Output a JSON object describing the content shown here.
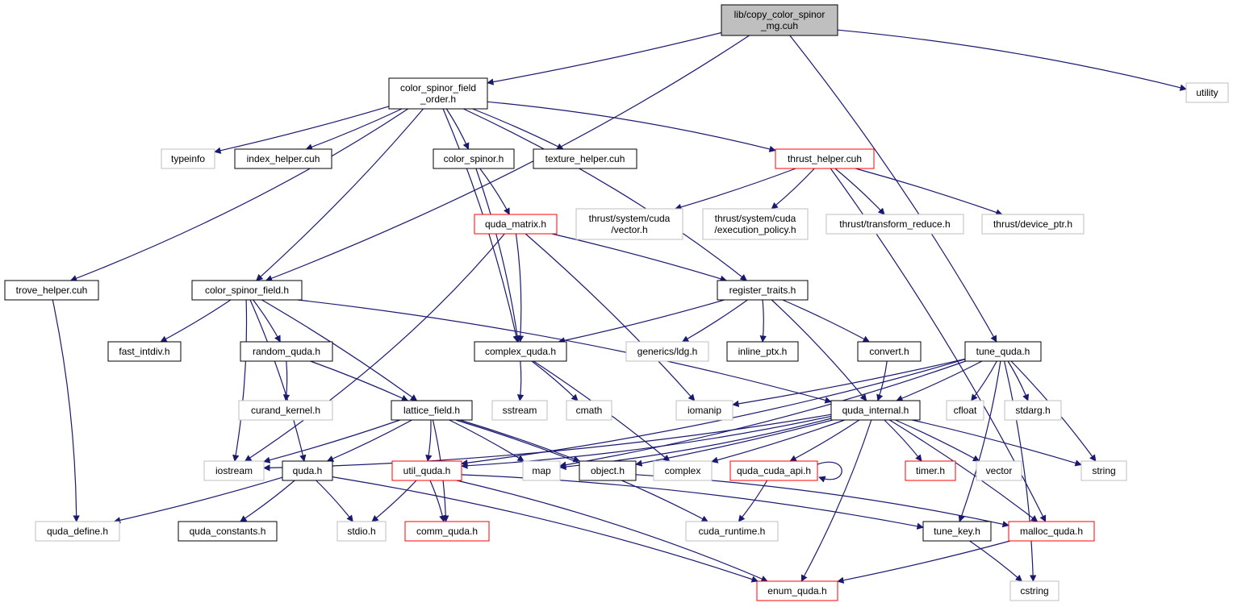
{
  "graph_title": "",
  "colors": {
    "edge": "#191970",
    "root_fill": "#bfbfbf",
    "documented_border": "#000000",
    "truncated_border": "#ff0000",
    "external_border": "#bfbfbf",
    "text": "#000000"
  },
  "nodes": [
    {
      "id": "root",
      "lines": [
        "lib/copy_color_spinor",
        "_mg.cuh"
      ],
      "kind": "root"
    },
    {
      "id": "csfo",
      "lines": [
        "color_spinor_field",
        "_order.h"
      ],
      "kind": "documented"
    },
    {
      "id": "utility",
      "lines": [
        "utility"
      ],
      "kind": "external"
    },
    {
      "id": "typeinfo",
      "lines": [
        "typeinfo"
      ],
      "kind": "external"
    },
    {
      "id": "index_helper",
      "lines": [
        "index_helper.cuh"
      ],
      "kind": "documented"
    },
    {
      "id": "color_spinor",
      "lines": [
        "color_spinor.h"
      ],
      "kind": "documented"
    },
    {
      "id": "texture_helper",
      "lines": [
        "texture_helper.cuh"
      ],
      "kind": "documented"
    },
    {
      "id": "thrust_helper",
      "lines": [
        "thrust_helper.cuh"
      ],
      "kind": "truncated"
    },
    {
      "id": "thrust_vector",
      "lines": [
        "thrust/system/cuda",
        "/vector.h"
      ],
      "kind": "external"
    },
    {
      "id": "thrust_exec",
      "lines": [
        "thrust/system/cuda",
        "/execution_policy.h"
      ],
      "kind": "external"
    },
    {
      "id": "thrust_tr",
      "lines": [
        "thrust/transform_reduce.h"
      ],
      "kind": "external"
    },
    {
      "id": "thrust_dp",
      "lines": [
        "thrust/device_ptr.h"
      ],
      "kind": "external"
    },
    {
      "id": "quda_matrix",
      "lines": [
        "quda_matrix.h"
      ],
      "kind": "truncated"
    },
    {
      "id": "trove",
      "lines": [
        "trove_helper.cuh"
      ],
      "kind": "documented"
    },
    {
      "id": "csf",
      "lines": [
        "color_spinor_field.h"
      ],
      "kind": "documented"
    },
    {
      "id": "register_traits",
      "lines": [
        "register_traits.h"
      ],
      "kind": "documented"
    },
    {
      "id": "fast_intdiv",
      "lines": [
        "fast_intdiv.h"
      ],
      "kind": "documented"
    },
    {
      "id": "random_quda",
      "lines": [
        "random_quda.h"
      ],
      "kind": "documented"
    },
    {
      "id": "complex_quda",
      "lines": [
        "complex_quda.h"
      ],
      "kind": "documented"
    },
    {
      "id": "ldg",
      "lines": [
        "generics/ldg.h"
      ],
      "kind": "external"
    },
    {
      "id": "inline_ptx",
      "lines": [
        "inline_ptx.h"
      ],
      "kind": "documented"
    },
    {
      "id": "convert",
      "lines": [
        "convert.h"
      ],
      "kind": "documented"
    },
    {
      "id": "tune_quda",
      "lines": [
        "tune_quda.h"
      ],
      "kind": "documented"
    },
    {
      "id": "curand",
      "lines": [
        "curand_kernel.h"
      ],
      "kind": "external"
    },
    {
      "id": "lattice_field",
      "lines": [
        "lattice_field.h"
      ],
      "kind": "documented"
    },
    {
      "id": "sstream",
      "lines": [
        "sstream"
      ],
      "kind": "external"
    },
    {
      "id": "cmath",
      "lines": [
        "cmath"
      ],
      "kind": "external"
    },
    {
      "id": "iomanip",
      "lines": [
        "iomanip"
      ],
      "kind": "external"
    },
    {
      "id": "quda_internal",
      "lines": [
        "quda_internal.h"
      ],
      "kind": "documented"
    },
    {
      "id": "cfloat",
      "lines": [
        "cfloat"
      ],
      "kind": "external"
    },
    {
      "id": "stdarg",
      "lines": [
        "stdarg.h"
      ],
      "kind": "external"
    },
    {
      "id": "iostream",
      "lines": [
        "iostream"
      ],
      "kind": "external"
    },
    {
      "id": "quda_h",
      "lines": [
        "quda.h"
      ],
      "kind": "documented"
    },
    {
      "id": "util_quda",
      "lines": [
        "util_quda.h"
      ],
      "kind": "truncated"
    },
    {
      "id": "map",
      "lines": [
        "map"
      ],
      "kind": "external"
    },
    {
      "id": "object",
      "lines": [
        "object.h"
      ],
      "kind": "documented"
    },
    {
      "id": "complex",
      "lines": [
        "complex"
      ],
      "kind": "external"
    },
    {
      "id": "quda_cuda_api",
      "lines": [
        "quda_cuda_api.h"
      ],
      "kind": "truncated"
    },
    {
      "id": "timer",
      "lines": [
        "timer.h"
      ],
      "kind": "truncated"
    },
    {
      "id": "vector",
      "lines": [
        "vector"
      ],
      "kind": "external"
    },
    {
      "id": "string",
      "lines": [
        "string"
      ],
      "kind": "external"
    },
    {
      "id": "quda_define",
      "lines": [
        "quda_define.h"
      ],
      "kind": "external"
    },
    {
      "id": "quda_constants",
      "lines": [
        "quda_constants.h"
      ],
      "kind": "documented"
    },
    {
      "id": "stdio",
      "lines": [
        "stdio.h"
      ],
      "kind": "external"
    },
    {
      "id": "comm_quda",
      "lines": [
        "comm_quda.h"
      ],
      "kind": "truncated"
    },
    {
      "id": "cuda_runtime",
      "lines": [
        "cuda_runtime.h"
      ],
      "kind": "external"
    },
    {
      "id": "tune_key",
      "lines": [
        "tune_key.h"
      ],
      "kind": "documented"
    },
    {
      "id": "malloc_quda",
      "lines": [
        "malloc_quda.h"
      ],
      "kind": "truncated"
    },
    {
      "id": "enum_quda",
      "lines": [
        "enum_quda.h"
      ],
      "kind": "truncated"
    },
    {
      "id": "cstring",
      "lines": [
        "cstring"
      ],
      "kind": "external"
    }
  ],
  "edges": [
    [
      "root",
      "csfo"
    ],
    [
      "root",
      "utility"
    ],
    [
      "root",
      "csf"
    ],
    [
      "root",
      "tune_quda"
    ],
    [
      "csfo",
      "typeinfo"
    ],
    [
      "csfo",
      "index_helper"
    ],
    [
      "csfo",
      "color_spinor"
    ],
    [
      "csfo",
      "texture_helper"
    ],
    [
      "csfo",
      "thrust_helper"
    ],
    [
      "csfo",
      "trove"
    ],
    [
      "csfo",
      "csf"
    ],
    [
      "csfo",
      "complex_quda"
    ],
    [
      "csfo",
      "register_traits"
    ],
    [
      "color_spinor",
      "quda_matrix"
    ],
    [
      "color_spinor",
      "complex_quda"
    ],
    [
      "thrust_helper",
      "thrust_vector"
    ],
    [
      "thrust_helper",
      "thrust_exec"
    ],
    [
      "thrust_helper",
      "thrust_tr"
    ],
    [
      "thrust_helper",
      "thrust_dp"
    ],
    [
      "thrust_helper",
      "malloc_quda"
    ],
    [
      "quda_matrix",
      "register_traits"
    ],
    [
      "quda_matrix",
      "complex_quda"
    ],
    [
      "quda_matrix",
      "iomanip"
    ],
    [
      "quda_matrix",
      "iostream"
    ],
    [
      "trove",
      "quda_define"
    ],
    [
      "csf",
      "fast_intdiv"
    ],
    [
      "csf",
      "random_quda"
    ],
    [
      "csf",
      "lattice_field"
    ],
    [
      "csf",
      "quda_internal"
    ],
    [
      "csf",
      "iostream"
    ],
    [
      "csf",
      "quda_h"
    ],
    [
      "register_traits",
      "complex_quda"
    ],
    [
      "register_traits",
      "ldg"
    ],
    [
      "register_traits",
      "inline_ptx"
    ],
    [
      "register_traits",
      "convert"
    ],
    [
      "register_traits",
      "quda_internal"
    ],
    [
      "random_quda",
      "curand"
    ],
    [
      "random_quda",
      "lattice_field"
    ],
    [
      "complex_quda",
      "sstream"
    ],
    [
      "complex_quda",
      "cmath"
    ],
    [
      "complex_quda",
      "complex"
    ],
    [
      "convert",
      "quda_internal"
    ],
    [
      "tune_quda",
      "quda_internal"
    ],
    [
      "tune_quda",
      "iomanip"
    ],
    [
      "tune_quda",
      "cfloat"
    ],
    [
      "tune_quda",
      "stdarg"
    ],
    [
      "tune_quda",
      "string"
    ],
    [
      "tune_quda",
      "tune_key"
    ],
    [
      "tune_quda",
      "cstring"
    ],
    [
      "tune_quda",
      "map"
    ],
    [
      "tune_quda",
      "util_quda"
    ],
    [
      "lattice_field",
      "iostream"
    ],
    [
      "lattice_field",
      "quda_h"
    ],
    [
      "lattice_field",
      "util_quda"
    ],
    [
      "lattice_field",
      "map"
    ],
    [
      "lattice_field",
      "object"
    ],
    [
      "lattice_field",
      "comm_quda"
    ],
    [
      "lattice_field",
      "cuda_runtime"
    ],
    [
      "quda_internal",
      "iostream"
    ],
    [
      "quda_internal",
      "object"
    ],
    [
      "quda_internal",
      "complex"
    ],
    [
      "quda_internal",
      "quda_cuda_api"
    ],
    [
      "quda_internal",
      "timer"
    ],
    [
      "quda_internal",
      "vector"
    ],
    [
      "quda_internal",
      "string"
    ],
    [
      "quda_internal",
      "malloc_quda"
    ],
    [
      "quda_internal",
      "enum_quda"
    ],
    [
      "quda_internal",
      "util_quda"
    ],
    [
      "quda_internal",
      "map"
    ],
    [
      "quda_cuda_api",
      "quda_cuda_api"
    ],
    [
      "quda_cuda_api",
      "cuda_runtime"
    ],
    [
      "quda_h",
      "quda_define"
    ],
    [
      "quda_h",
      "quda_constants"
    ],
    [
      "quda_h",
      "stdio"
    ],
    [
      "quda_h",
      "enum_quda"
    ],
    [
      "util_quda",
      "stdio"
    ],
    [
      "util_quda",
      "comm_quda"
    ],
    [
      "util_quda",
      "tune_key"
    ],
    [
      "util_quda",
      "enum_quda"
    ],
    [
      "object",
      "malloc_quda"
    ],
    [
      "tune_key",
      "cstring"
    ],
    [
      "malloc_quda",
      "enum_quda"
    ]
  ]
}
